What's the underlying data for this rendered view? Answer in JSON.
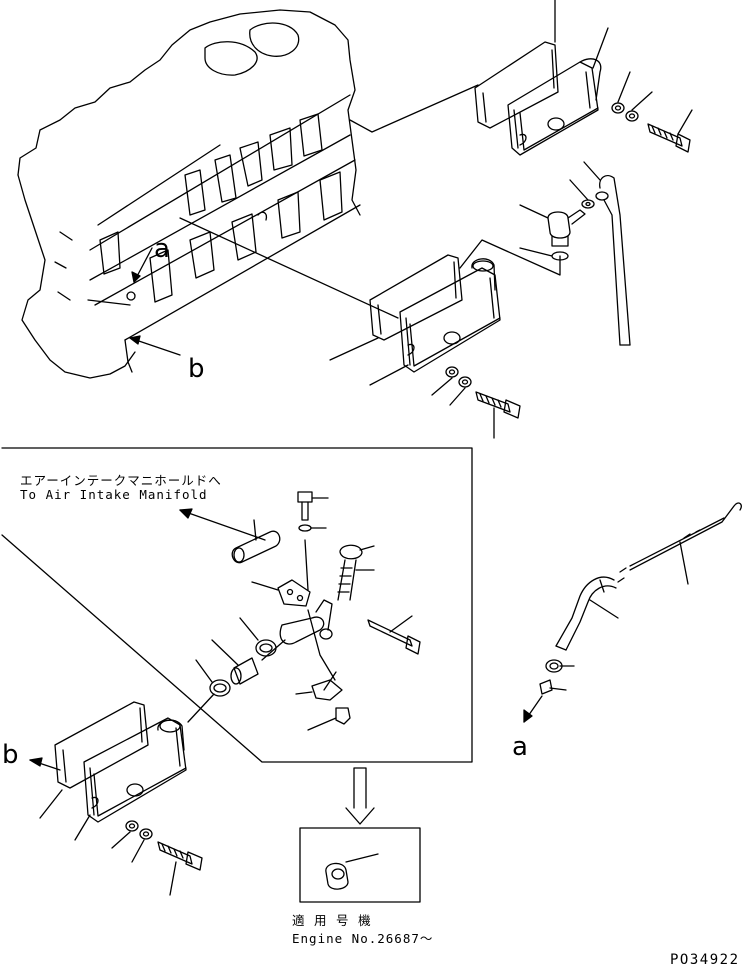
{
  "labels": {
    "ref_a_top": "a",
    "ref_b_top": "b",
    "ref_b_bottom": "b",
    "ref_a_right": "a",
    "to_manifold_jp": "エアーインテークマニホールドへ",
    "to_manifold_en": "To Air Intake Manifold",
    "applicable_jp": "適 用 号 機",
    "applicable_en": "Engine No.26687～",
    "drawing_code": "PO34922"
  },
  "colors": {
    "line": "#000000",
    "background": "#ffffff"
  }
}
